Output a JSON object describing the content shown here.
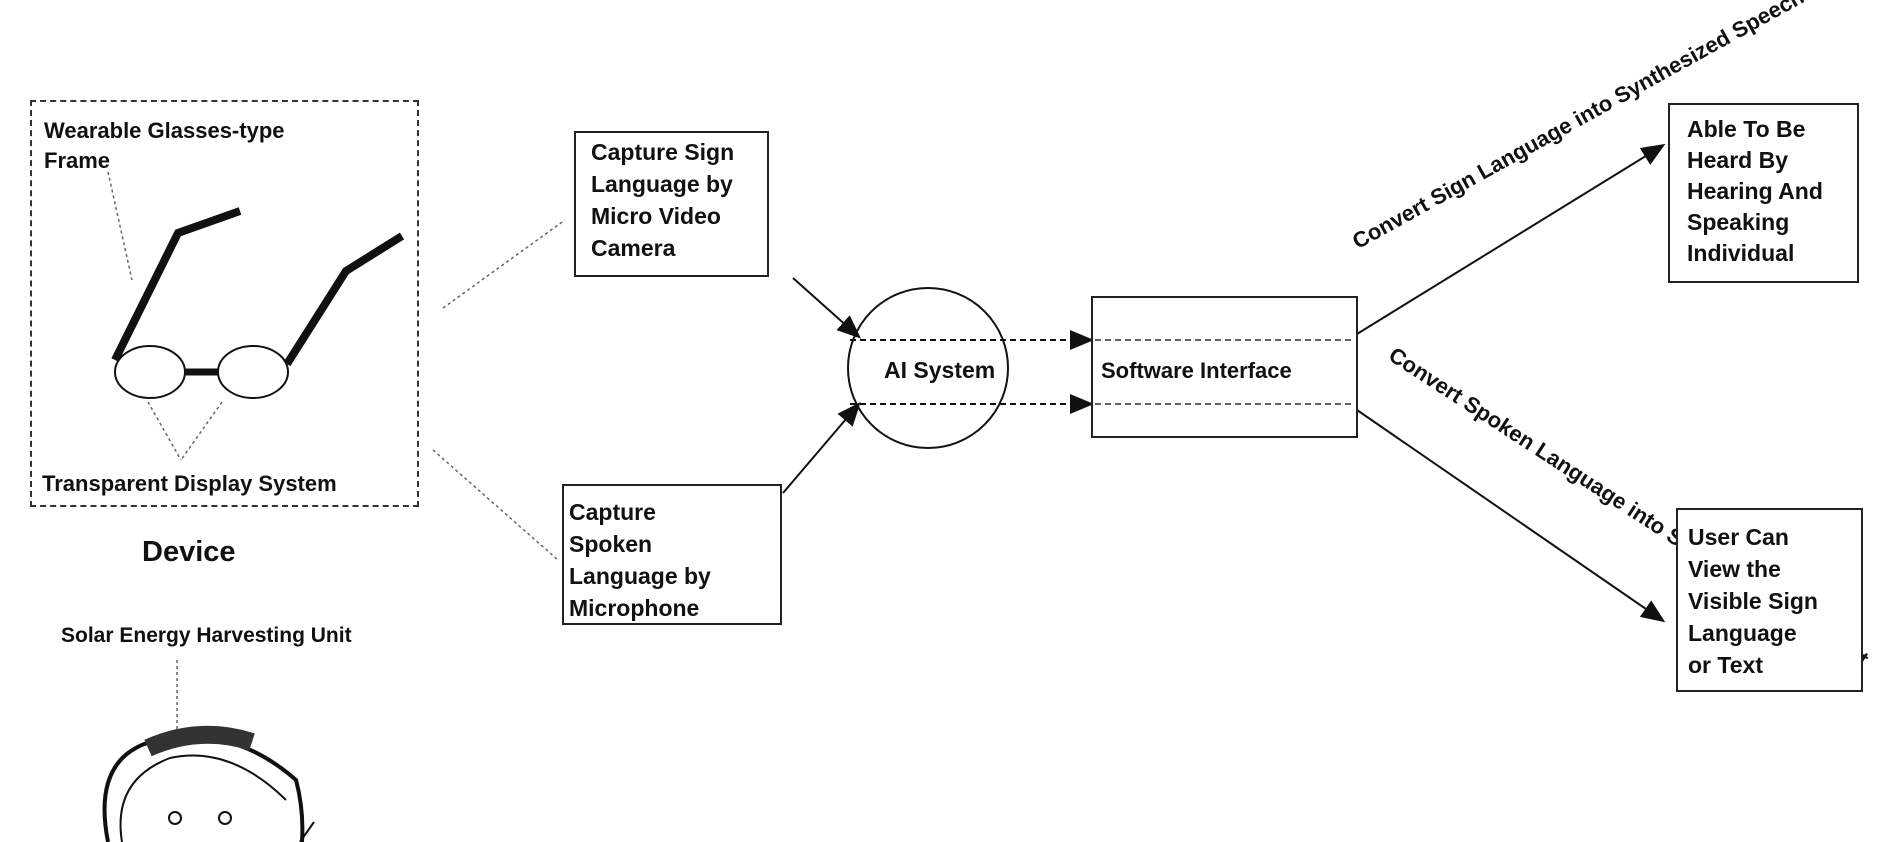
{
  "device": {
    "frame_label": "Wearable Glasses-type\nFrame",
    "display_label": "Transparent Display System",
    "caption": "Device",
    "solar_label": "Solar Energy Harvesting Unit"
  },
  "inputs": {
    "sign_capture": "Capture Sign\nLanguage by\nMicro Video\nCamera",
    "speech_capture": "Capture\nSpoken\nLanguage by\nMicrophone"
  },
  "core": {
    "ai_system": "AI System",
    "software_interface": "Software Interface"
  },
  "paths": {
    "to_speech": "Convert Sign Language\ninto Synthesized Speech",
    "to_sign": "Convert Spoken Language\ninto Sign Language or Text"
  },
  "outputs": {
    "heard": "Able To Be\nHeard By\nHearing And\nSpeaking\nIndividual",
    "view": "User Can\nView the\nVisible Sign\nLanguage\nor Text"
  }
}
